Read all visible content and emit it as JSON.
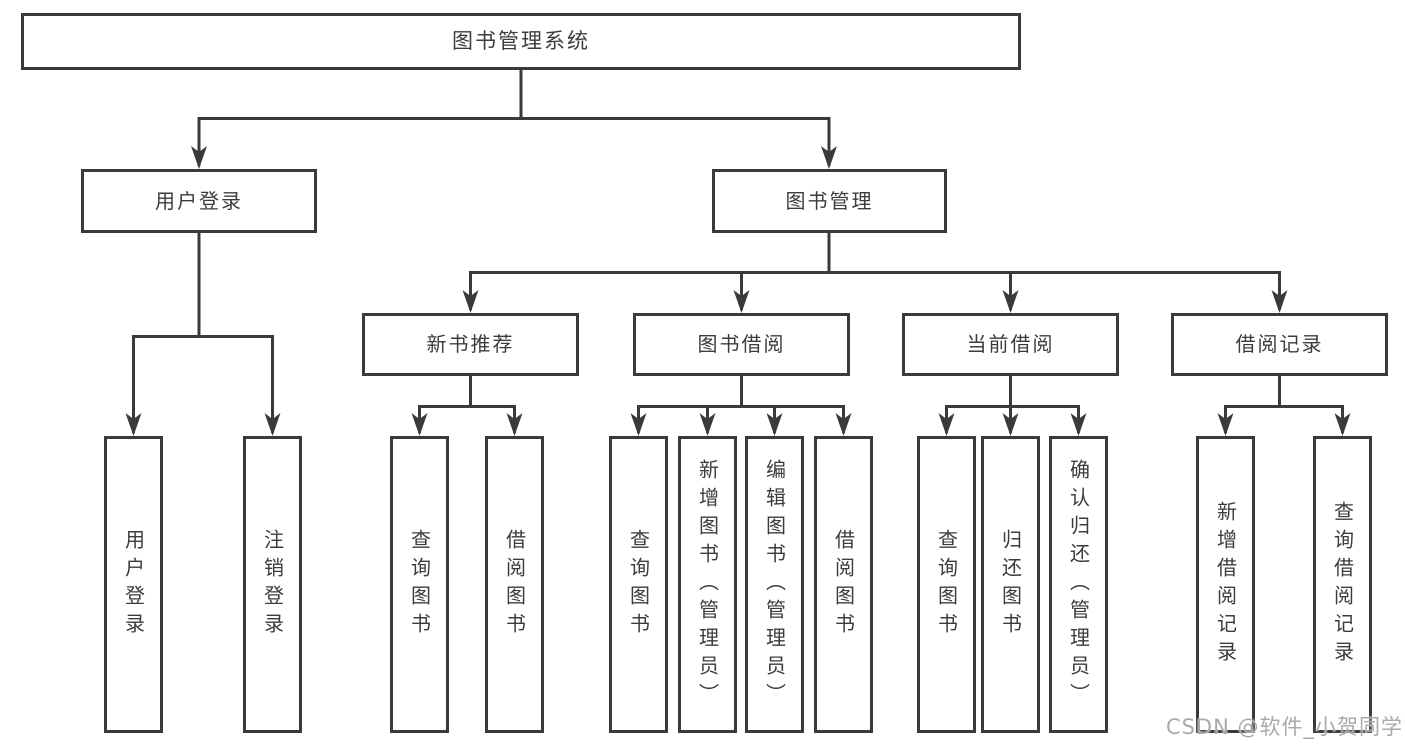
{
  "diagram": {
    "root": {
      "label": "图书管理系统"
    },
    "level2": [
      {
        "label": "用户登录"
      },
      {
        "label": "图书管理"
      }
    ],
    "level3": [
      {
        "label": "新书推荐"
      },
      {
        "label": "图书借阅"
      },
      {
        "label": "当前借阅"
      },
      {
        "label": "借阅记录"
      }
    ],
    "level4": [
      {
        "label": "用户登录"
      },
      {
        "label": "注销登录"
      },
      {
        "label": "查询图书"
      },
      {
        "label": "借阅图书"
      },
      {
        "label": "查询图书"
      },
      {
        "label": "新增图书（管理员）"
      },
      {
        "label": "编辑图书（管理员）"
      },
      {
        "label": "借阅图书"
      },
      {
        "label": "查询图书"
      },
      {
        "label": "归还图书"
      },
      {
        "label": "确认归还（管理员）"
      },
      {
        "label": "新增借阅记录"
      },
      {
        "label": "查询借阅记录"
      }
    ],
    "watermark": "CSDN @软件_小贺同学",
    "colors": {
      "line": "#3a3a3a",
      "border": "#3a3a3a",
      "fill": "#ffffff",
      "text": "#3c3c3c",
      "watermark": "#a9a9a9",
      "background": "#ffffff"
    }
  }
}
